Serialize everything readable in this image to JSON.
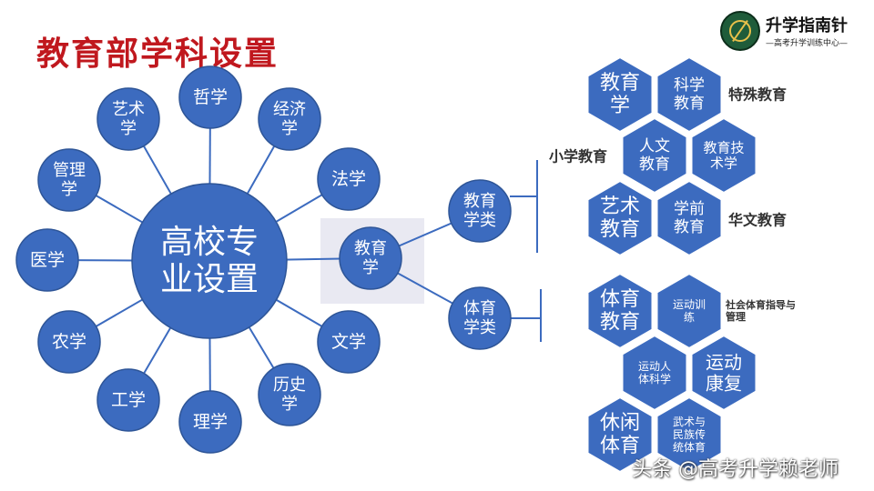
{
  "title": "教育部学科设置",
  "logo": {
    "main": "升学指南针",
    "sub": "—高考升学训练中心—",
    "icon": "compass-icon"
  },
  "watermark": "头条 @高考升学赖老师",
  "colors": {
    "node": "#3c6bbf",
    "node_edge": "#2e5597",
    "title": "#c0181e",
    "line": "#3c6bbf"
  },
  "center": {
    "line1": "高校专",
    "line2": "业设置"
  },
  "disciplines": [
    [
      "哲学"
    ],
    [
      "经济",
      "学"
    ],
    [
      "法学"
    ],
    [
      "教育",
      "学"
    ],
    [
      "文学"
    ],
    [
      "历史",
      "学"
    ],
    [
      "理学"
    ],
    [
      "工学"
    ],
    [
      "农学"
    ],
    [
      "医学"
    ],
    [
      "管理",
      "学"
    ],
    [
      "艺术",
      "学"
    ]
  ],
  "categories": [
    [
      "教育",
      "学类"
    ],
    [
      "体育",
      "学类"
    ]
  ],
  "edu_hexes": [
    [
      "教育",
      "学"
    ],
    [
      "科学",
      "教育"
    ],
    [
      "人文",
      "教育"
    ],
    [
      "教育技",
      "术学"
    ],
    [
      "艺术",
      "教育"
    ],
    [
      "学前",
      "教育"
    ]
  ],
  "edu_labels": [
    "特殊教育",
    "小学教育",
    "华文教育"
  ],
  "pe_hexes": [
    [
      "体育",
      "教育"
    ],
    [
      "运动训",
      "练"
    ],
    [
      "运动人",
      "体科学"
    ],
    [
      "运动",
      "康复"
    ],
    [
      "休闲",
      "体育"
    ],
    [
      "武术与",
      "民族传",
      "统体育"
    ]
  ],
  "pe_labels": [
    "社会体育指导与",
    "管理"
  ]
}
